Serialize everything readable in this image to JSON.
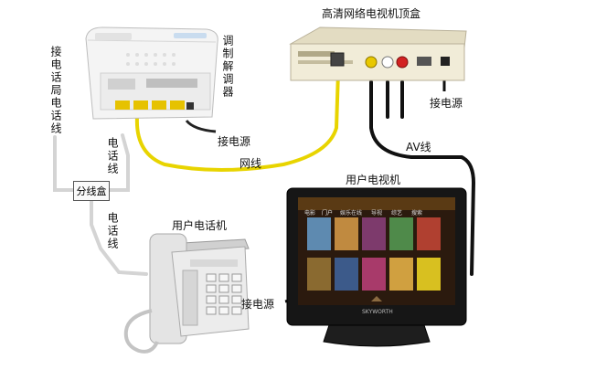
{
  "labels": {
    "phone_bureau_line": "接电话局电话线",
    "modem": "调制解调器",
    "modem_power": "接电源",
    "phone_line_upper": "电话线",
    "splitter": "分线盒",
    "phone_line_lower": "电话线",
    "user_phone": "用户电话机",
    "network_cable": "网线",
    "stb": "高清网络电视机顶盒",
    "stb_power": "接电源",
    "av_cable": "AV线",
    "user_tv": "用户电视机",
    "tv_power": "接电源"
  },
  "tv_screen_tabs": [
    "电影",
    "门户",
    "娱乐在线",
    "导视",
    "综艺",
    "搜索"
  ],
  "tv_brand": "SKYWORTH",
  "colors": {
    "network_cable": "#e8d400",
    "phone_cable": "#d8d8d8",
    "av_cable": "#111111",
    "tv_screen": "#2b1a0e",
    "stb_body": "#f1ecd8"
  }
}
